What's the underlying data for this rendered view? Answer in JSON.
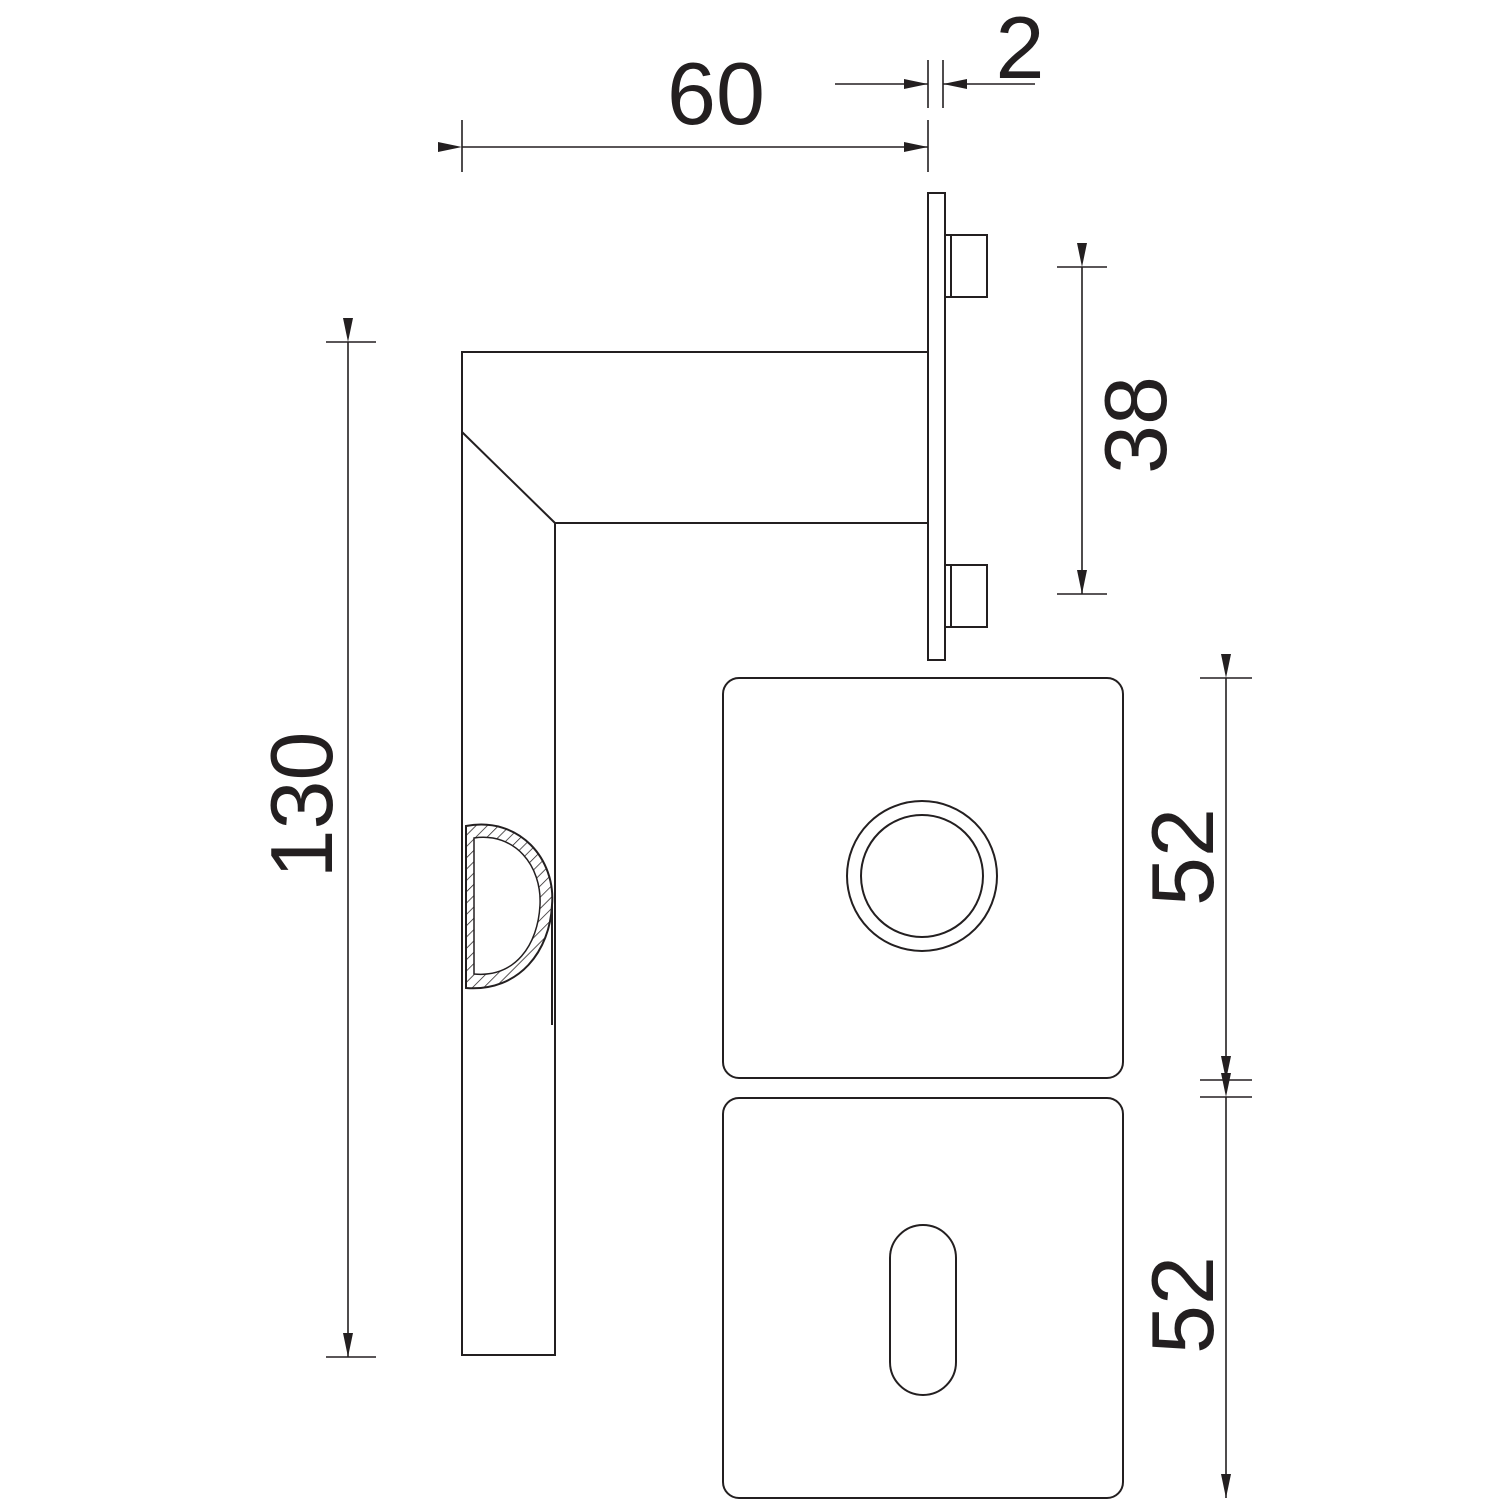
{
  "drawing": {
    "stroke_color": "#231f20",
    "dimensions": {
      "handle_projection": "60",
      "plate_thickness": "2",
      "bolt_spacing": "38",
      "handle_length": "130",
      "rose_height": "52",
      "escutcheon_height": "52"
    }
  }
}
